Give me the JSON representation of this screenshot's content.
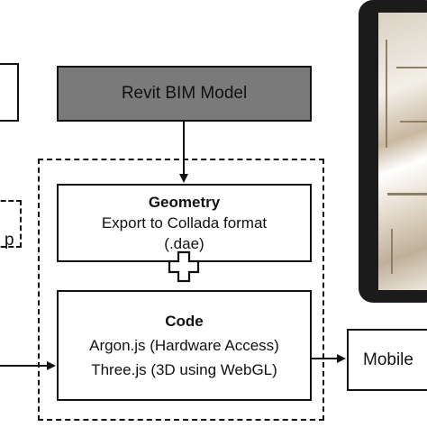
{
  "nodes": {
    "bim_model": "Revit BIM Model",
    "geometry_title": "Geometry",
    "geometry_line1": "Export to Collada format",
    "geometry_line2": "(.dae)",
    "code_title": "Code",
    "code_line1": "Argon.js (Hardware Access)",
    "code_line2": "Three.js (3D using WebGL)",
    "mobile": "Mobile",
    "left_partial": "p"
  },
  "colors": {
    "bim_fill": "#7a7a7a",
    "stroke": "#111111",
    "tablet_bezel": "#1b1b1b"
  },
  "icons": {
    "plus": "plus-outline-icon",
    "tablet": "tablet-device-image"
  }
}
